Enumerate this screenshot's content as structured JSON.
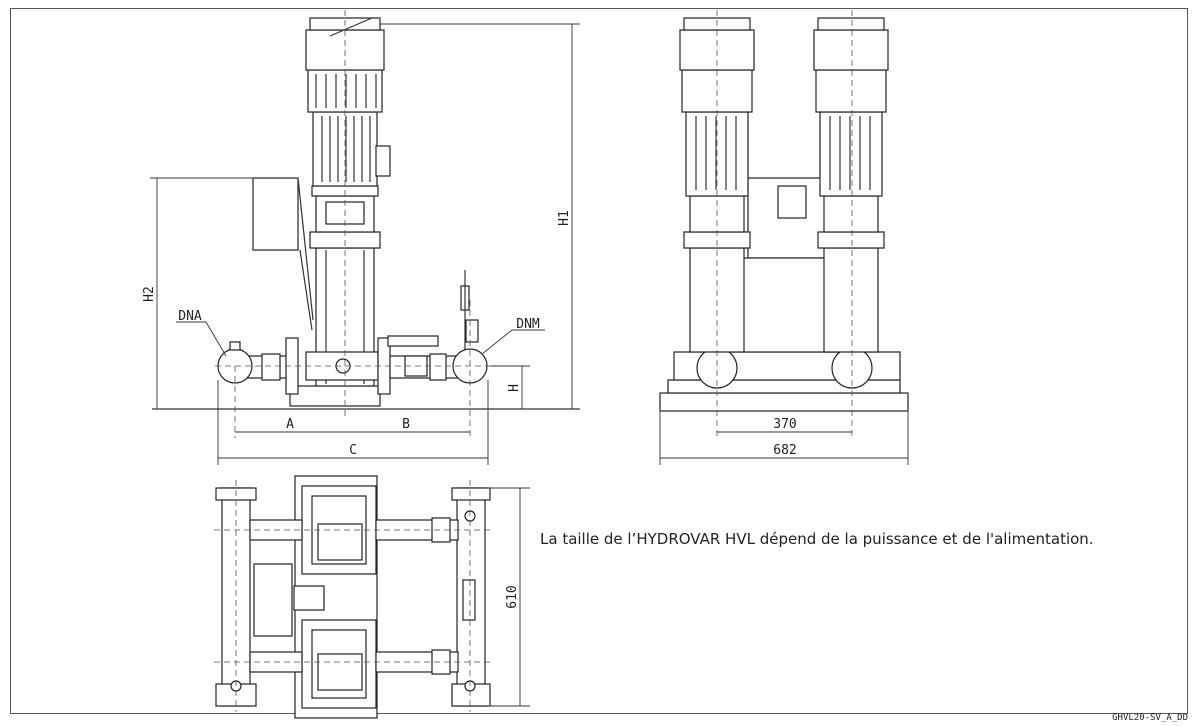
{
  "labels": {
    "h1": "H1",
    "h2": "H2",
    "h": "H",
    "a": "A",
    "b": "B",
    "c": "C",
    "dna": "DNA",
    "dnm": "DNM",
    "d370": "370",
    "d682": "682",
    "d610": "610"
  },
  "note": "La taille de l’HYDROVAR HVL dépend de la puissance et de l'alimentation.",
  "drawing_code": "GHVL20-SV_A_DD"
}
